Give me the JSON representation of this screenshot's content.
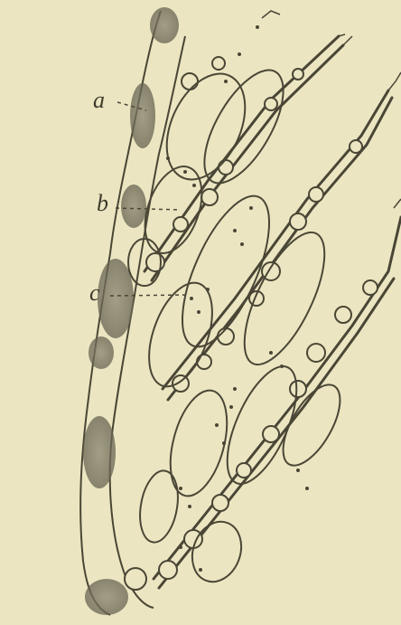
{
  "figure": {
    "labels": [
      {
        "id": "a",
        "text": "a"
      },
      {
        "id": "b",
        "text": "b"
      },
      {
        "id": "c",
        "text": "c"
      }
    ],
    "colors": {
      "paper": "#ebe6c1",
      "ink": "#4a4636",
      "shade": "#8a8570"
    }
  }
}
